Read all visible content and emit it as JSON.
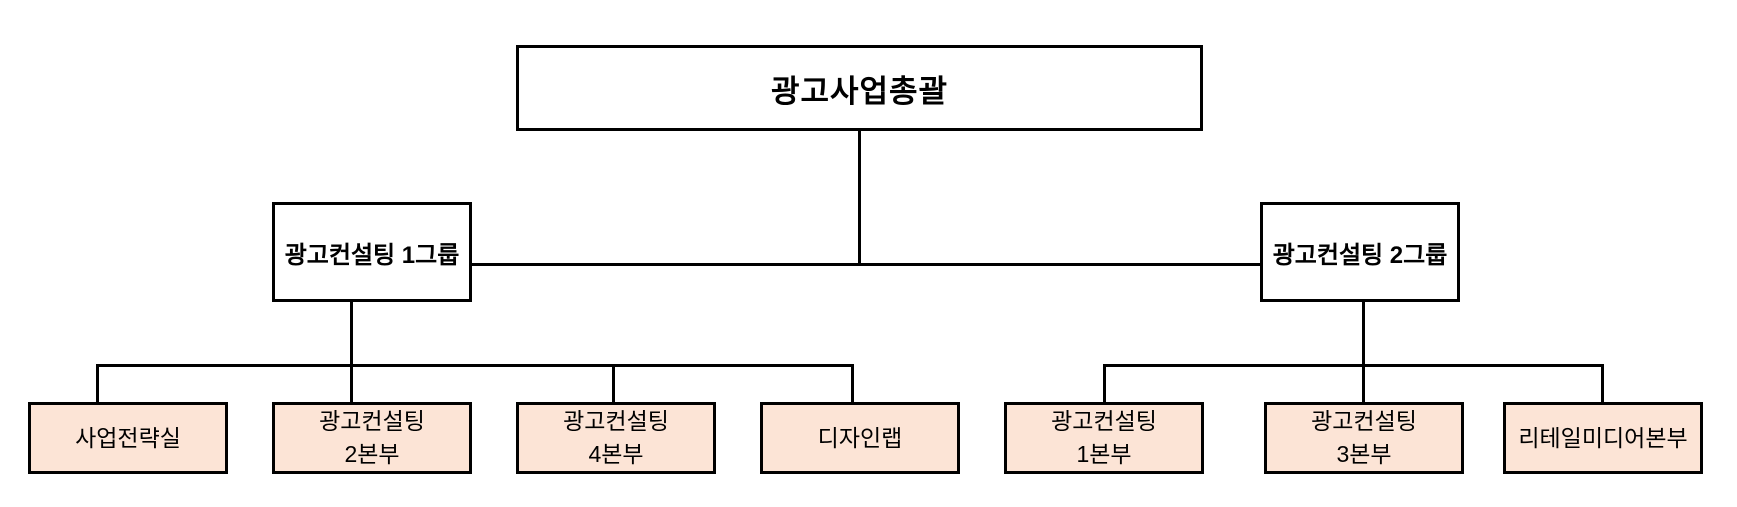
{
  "org": {
    "root": {
      "label": "광고사업총괄"
    },
    "groups": [
      {
        "label": "광고컨설팅 1그룹",
        "children": [
          {
            "label": "사업전략실"
          },
          {
            "label": "광고컨설팅\n2본부"
          },
          {
            "label": "광고컨설팅\n4본부"
          },
          {
            "label": "디자인랩"
          }
        ]
      },
      {
        "label": "광고컨설팅 2그룹",
        "children": [
          {
            "label": "광고컨설팅\n1본부"
          },
          {
            "label": "광고컨설팅\n3본부"
          },
          {
            "label": "리테일미디어본부"
          }
        ]
      }
    ]
  },
  "colors": {
    "background": "#FFFFFF",
    "top_box_fill": "#FFFFFF",
    "leaf_box_fill": "#FCE4D6",
    "border_and_lines": "#000000",
    "text": "#000000"
  }
}
